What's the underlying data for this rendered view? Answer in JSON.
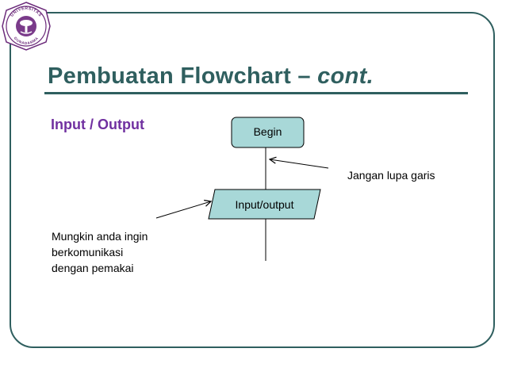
{
  "slide": {
    "title_main": "Pembuatan Flowchart – ",
    "title_italic": "cont.",
    "subtitle": "Input / Output"
  },
  "logo": {
    "ring_text_top": "UNIVERSITAS",
    "ring_text_bottom": "GUNADARMA"
  },
  "flowchart": {
    "begin_label": "Begin",
    "io_label": "Input/output"
  },
  "notes": {
    "line_note": "Jangan lupa garis",
    "io_note_lines": [
      "Mungkin anda ingin",
      "berkomunikasi",
      "dengan pemakai"
    ]
  },
  "colors": {
    "accent": "#2f5f5f",
    "subtitle": "#7030a0",
    "shape_fill": "#a8d8d8"
  }
}
